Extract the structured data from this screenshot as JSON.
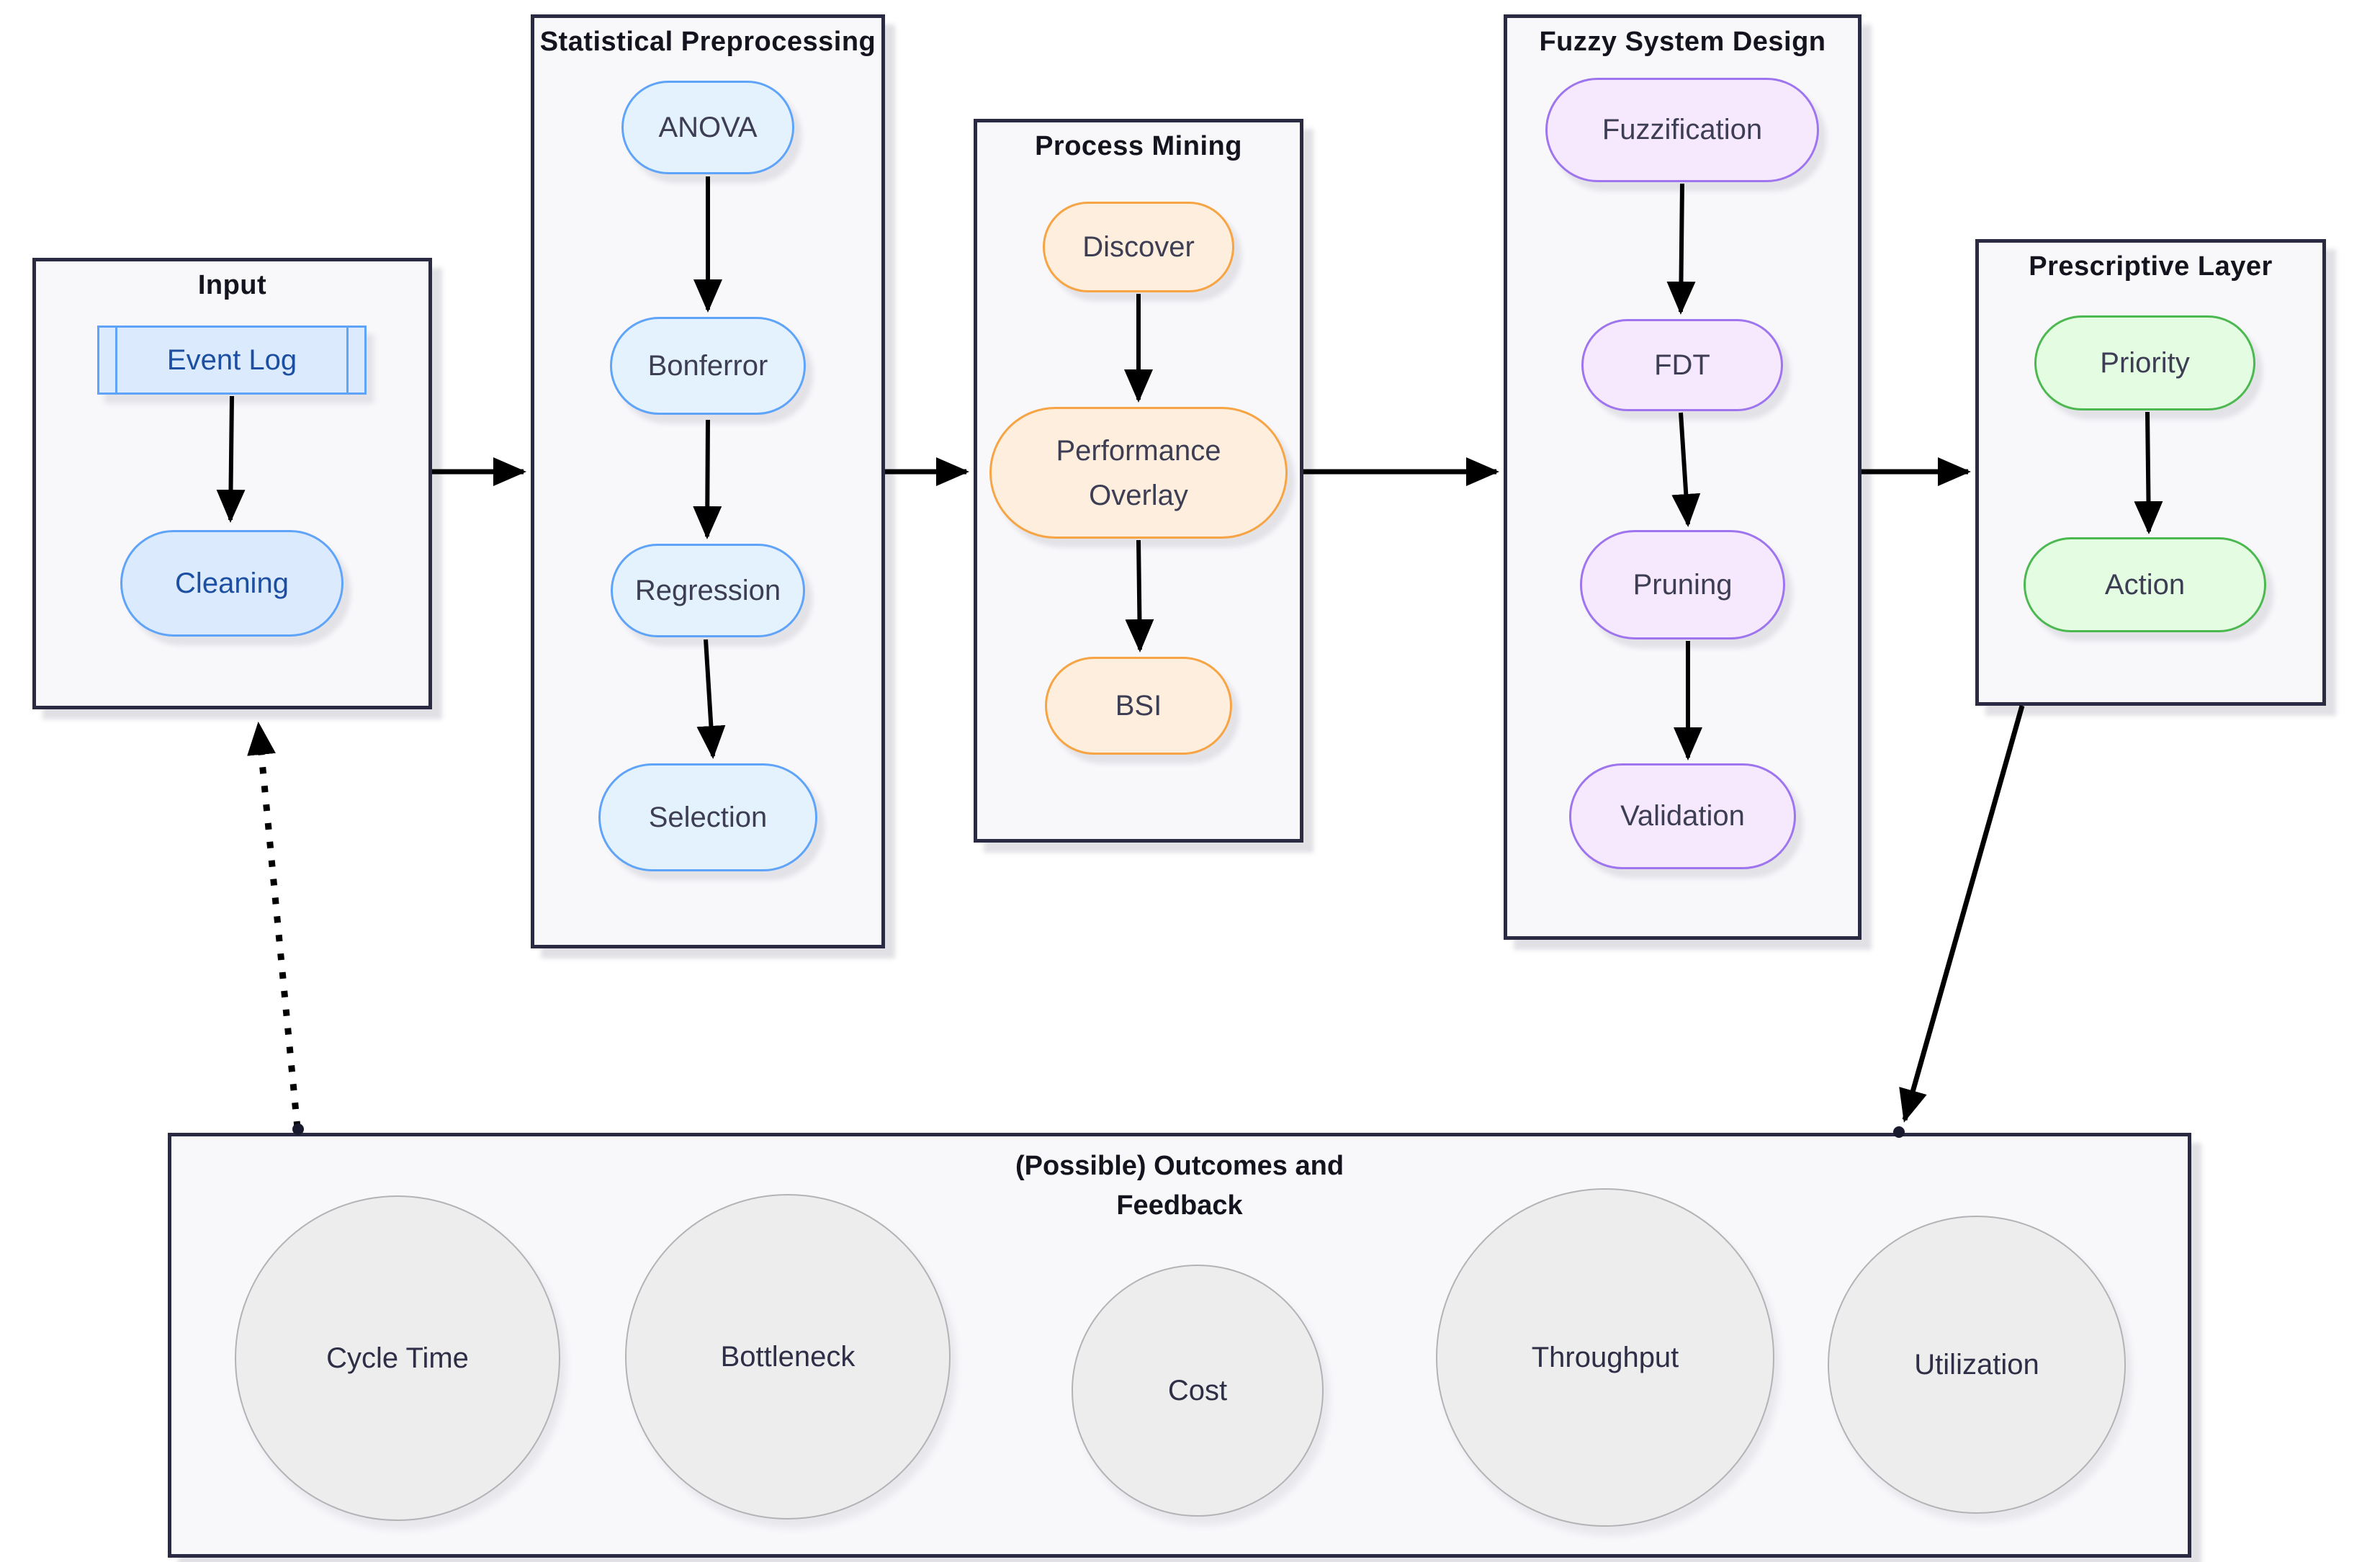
{
  "groups": {
    "input": {
      "title": "Input",
      "event_log": "Event Log",
      "cleaning": "Cleaning"
    },
    "stat": {
      "title": "Statistical Preprocessing",
      "anova": "ANOVA",
      "bonferroni": "Bonferror",
      "regression": "Regression",
      "selection": "Selection"
    },
    "process": {
      "title": "Process Mining",
      "discover": "Discover",
      "performance_overlay": "Performance Overlay",
      "bsi": "BSI"
    },
    "fuzzy": {
      "title": "Fuzzy System Design",
      "fuzzification": "Fuzzification",
      "fdt": "FDT",
      "pruning": "Pruning",
      "validation": "Validation"
    },
    "prescriptive": {
      "title": "Prescriptive Layer",
      "priority": "Priority",
      "action": "Action"
    },
    "outcomes": {
      "title_line1": "(Possible) Outcomes and",
      "title_line2": "Feedback",
      "circles": [
        "Cycle Time",
        "Bottleneck",
        "Cost",
        "Throughput",
        "Utilization"
      ]
    }
  },
  "colors": {
    "cluster_fill": "#f8f8fb",
    "cluster_border": "#2a2a43",
    "blue_fill": "#dbeafc",
    "blue_light_fill": "#e4f2fd",
    "blue_border": "#5fa4f9",
    "blue_text": "#1c4fa1",
    "orange_fill": "#fdeede",
    "orange_border": "#f6a444",
    "purple_fill": "#f6e9fe",
    "purple_border": "#9e75ef",
    "green_fill": "#e4fce2",
    "green_border": "#4cb850",
    "node_text": "#3d3d54",
    "circle_fill": "#ededee",
    "circle_border": "#b3b3b6",
    "edge_color": "#000000"
  }
}
